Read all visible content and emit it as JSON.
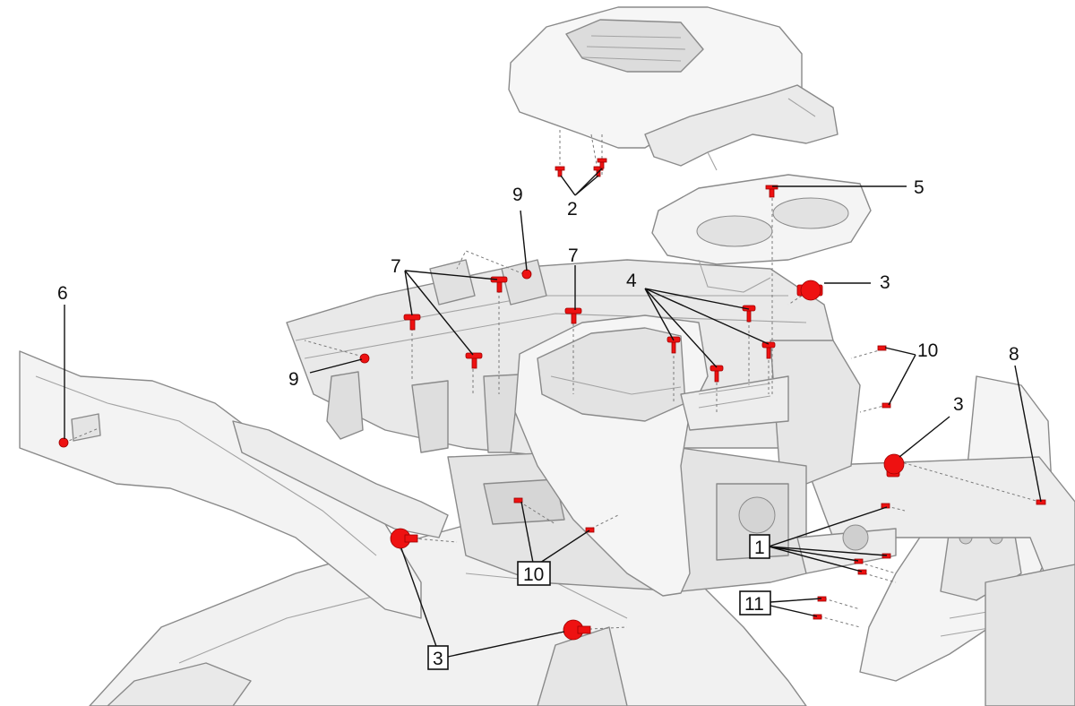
{
  "diagram": {
    "callouts": [
      {
        "id": "c1",
        "text": "1",
        "boxed": true
      },
      {
        "id": "c2",
        "text": "2",
        "boxed": false
      },
      {
        "id": "c3a",
        "text": "3",
        "boxed": false
      },
      {
        "id": "c3b",
        "text": "3",
        "boxed": false
      },
      {
        "id": "c3c",
        "text": "3",
        "boxed": true
      },
      {
        "id": "c4",
        "text": "4",
        "boxed": false
      },
      {
        "id": "c5",
        "text": "5",
        "boxed": false
      },
      {
        "id": "c6",
        "text": "6",
        "boxed": false
      },
      {
        "id": "c7a",
        "text": "7",
        "boxed": false
      },
      {
        "id": "c7b",
        "text": "7",
        "boxed": false
      },
      {
        "id": "c8",
        "text": "8",
        "boxed": false
      },
      {
        "id": "c9a",
        "text": "9",
        "boxed": false
      },
      {
        "id": "c9b",
        "text": "9",
        "boxed": false
      },
      {
        "id": "c10a",
        "text": "10",
        "boxed": false
      },
      {
        "id": "c10b",
        "text": "10",
        "boxed": true
      },
      {
        "id": "c11",
        "text": "11",
        "boxed": true
      }
    ],
    "colors": {
      "fastener": "#ee1111",
      "part_fill": "#efefef",
      "part_shade": "#dcdcdc",
      "outline": "#8a8a8a",
      "leader": "#111111"
    }
  }
}
